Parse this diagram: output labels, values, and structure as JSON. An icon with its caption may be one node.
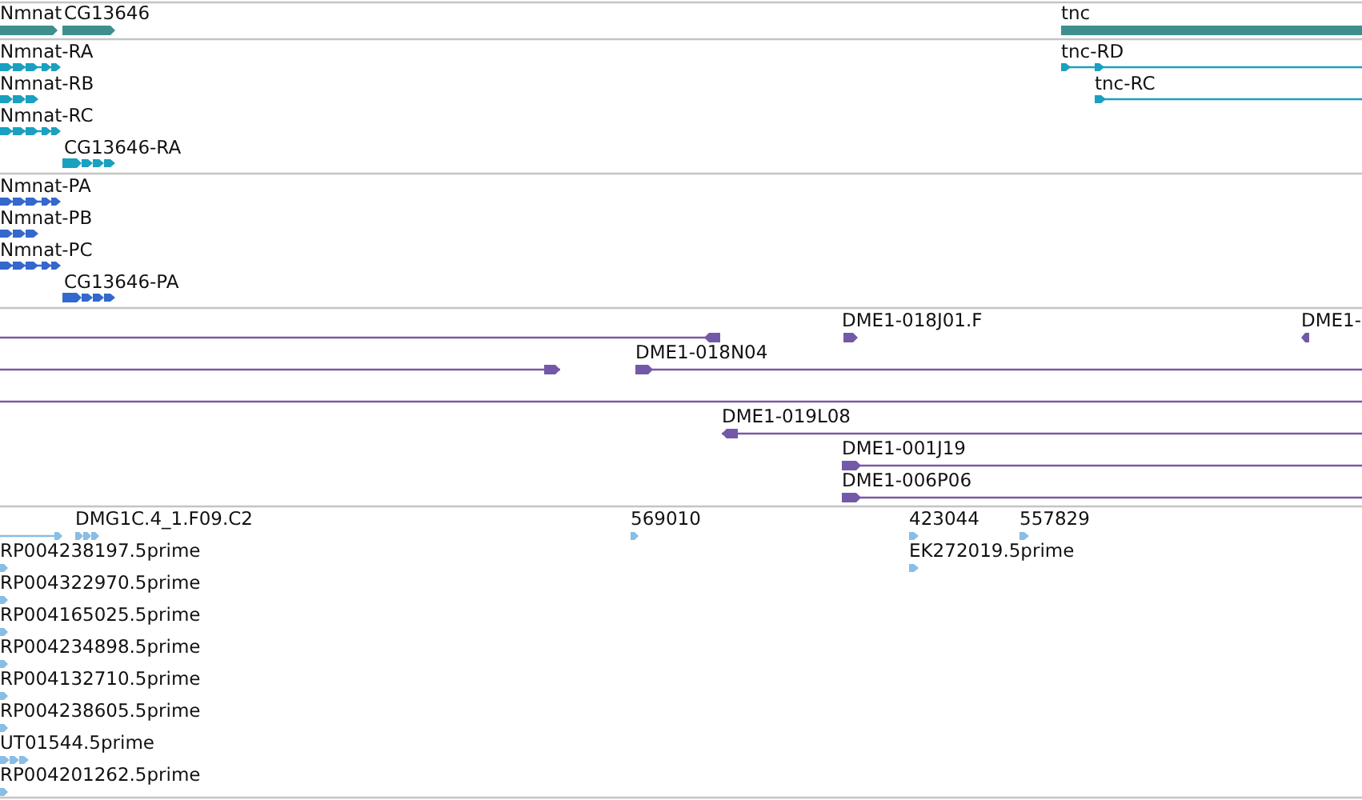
{
  "diagram": {
    "labels": [
      "Nmnat",
      "CG13646",
      "tnc",
      "Nmnat-RA",
      "tnc-RD",
      "Nmnat-RB",
      "tnc-RC",
      "Nmnat-RC",
      "CG13646-RA",
      "Nmnat-PA",
      "Nmnat-PB",
      "Nmnat-PC",
      "CG13646-PA",
      "DME1-018J01.F",
      "DME1-",
      "DME1-018N04",
      "DME1-019L08",
      "DME1-001J19",
      "DME1-006P06",
      "DMG1C.4_1.F09.C2",
      "569010",
      "423044",
      "557829",
      "RP004238197.5prime",
      "EK272019.5prime",
      "RP004322970.5prime",
      "RP004165025.5prime",
      "RP004234898.5prime",
      "RP004132710.5prime",
      "RP004238605.5prime",
      "UT01544.5prime",
      "RP004201262.5prime"
    ]
  }
}
